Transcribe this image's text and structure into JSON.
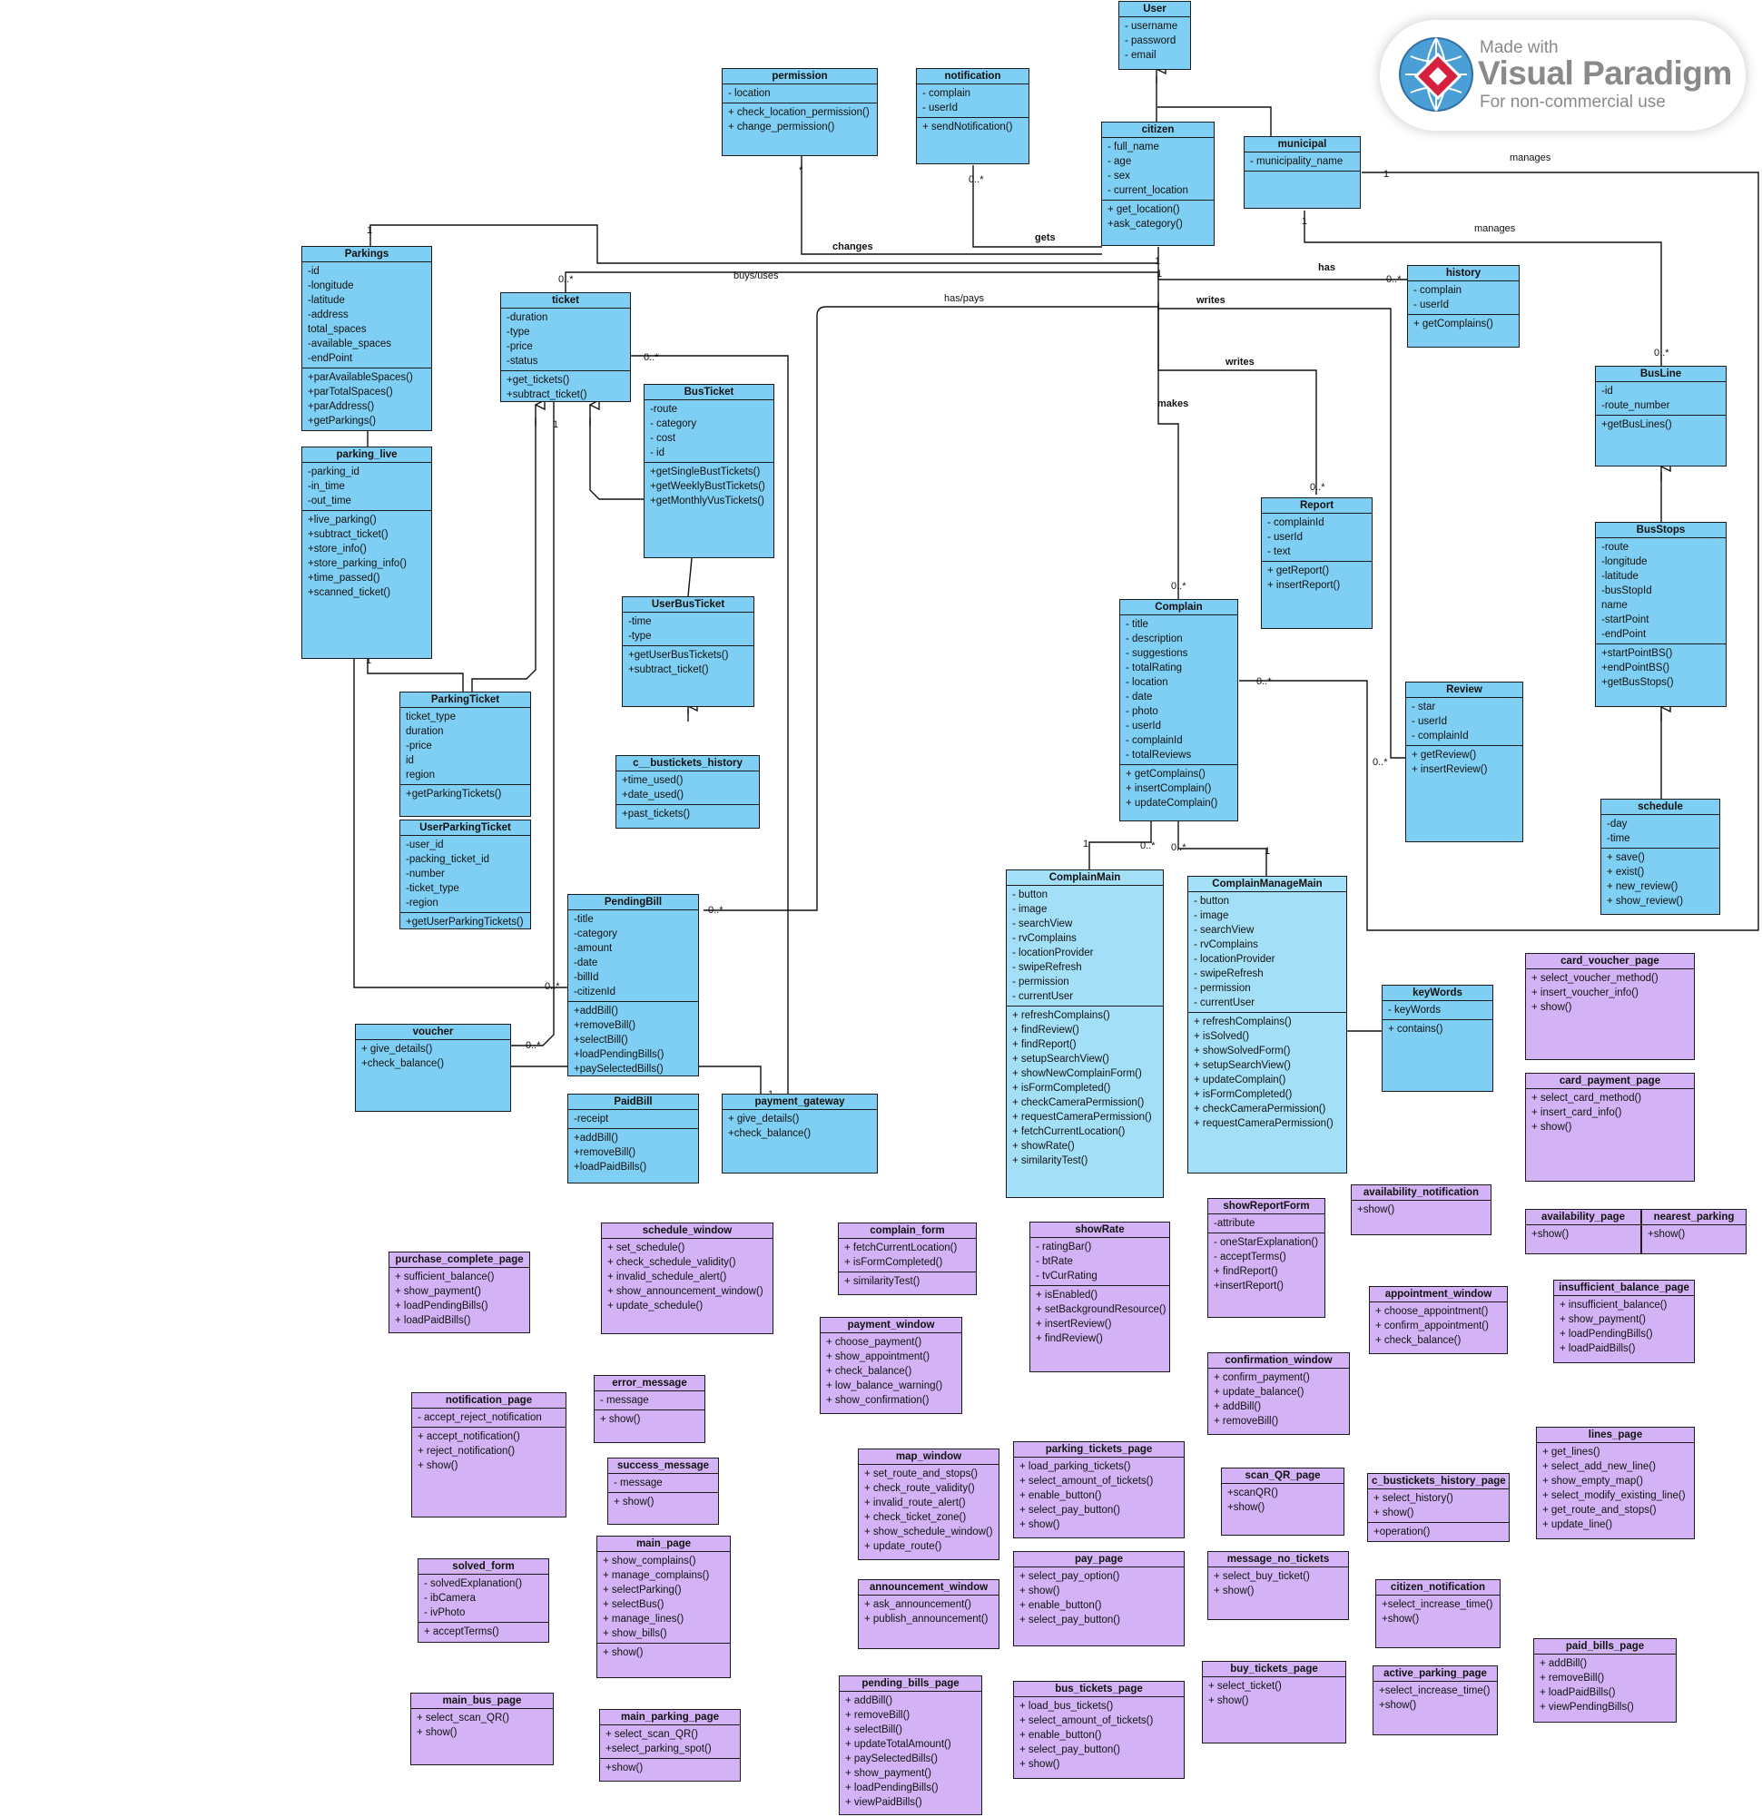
{
  "watermark": {
    "line1": "Made with",
    "line2": "Visual Paradigm",
    "line3": "For non-commercial use"
  },
  "edge_labels": [
    "changes",
    "gets",
    "buys/uses",
    "has/pays",
    "has",
    "writes",
    "writes",
    "makes",
    "manages",
    "manages",
    "1",
    "1",
    "1",
    "1",
    "1",
    "1",
    "1",
    "1",
    "1",
    "1",
    "0..*",
    "0..*",
    "0..*",
    "0..*",
    "0..*",
    "0..*",
    "0..*",
    "0..*",
    "0..*",
    "0..*",
    "0..*",
    "0..*",
    "0..*",
    "0..*",
    "*"
  ],
  "classes": [
    {
      "id": "User",
      "name": "User",
      "color": "blue",
      "sections": [
        [
          "- username",
          "- password",
          "- email"
        ]
      ]
    },
    {
      "id": "permission",
      "name": "permission",
      "color": "blue",
      "sections": [
        [
          "- location"
        ],
        [
          "+ check_location_permission()",
          "+ change_permission()"
        ]
      ]
    },
    {
      "id": "notification",
      "name": "notification",
      "color": "blue",
      "sections": [
        [
          "- complain",
          "- userId"
        ],
        [
          "+ sendNotification()"
        ]
      ]
    },
    {
      "id": "citizen",
      "name": "citizen",
      "color": "blue",
      "sections": [
        [
          "- full_name",
          "- age",
          "- sex",
          "- current_location"
        ],
        [
          "+ get_location()",
          "+ask_category()"
        ]
      ]
    },
    {
      "id": "municipal",
      "name": "municipal",
      "color": "blue",
      "sections": [
        [
          "- municipality_name"
        ],
        []
      ]
    },
    {
      "id": "history",
      "name": "history",
      "color": "blue",
      "sections": [
        [
          "- complain",
          "- userId"
        ],
        [
          "+ getComplains()"
        ]
      ]
    },
    {
      "id": "Parkings",
      "name": "Parkings",
      "color": "blue",
      "sections": [
        [
          "-id",
          "-longitude",
          "-latitude",
          "-address",
          "total_spaces",
          "-available_spaces",
          "-endPoint"
        ],
        [
          "+parAvailableSpaces()",
          "+parTotalSpaces()",
          "+parAddress()",
          "+getParkings()"
        ]
      ]
    },
    {
      "id": "ticket",
      "name": "ticket",
      "color": "blue",
      "sections": [
        [
          "-duration",
          "-type",
          "-price",
          "-status"
        ],
        [
          "+get_tickets()",
          "+subtract_ticket()"
        ]
      ]
    },
    {
      "id": "BusTicket",
      "name": "BusTicket",
      "color": "blue",
      "sections": [
        [
          "-route",
          "- category",
          "- cost",
          "- id"
        ],
        [
          "+getSingleBustTickets()",
          "+getWeeklyBustTickets()",
          "+getMonthlyVusTickets()"
        ]
      ]
    },
    {
      "id": "parking_live",
      "name": "parking_live",
      "color": "blue",
      "sections": [
        [
          "-parking_id",
          "-in_time",
          "-out_time"
        ],
        [
          "+live_parking()",
          "+subtract_ticket()",
          "+store_info()",
          "+store_parking_info()",
          "+time_passed()",
          "+scanned_ticket()"
        ]
      ]
    },
    {
      "id": "BusLine",
      "name": "BusLine",
      "color": "blue",
      "sections": [
        [
          "-id",
          "-route_number"
        ],
        [
          "+getBusLines()"
        ]
      ]
    },
    {
      "id": "Report",
      "name": "Report",
      "color": "blue",
      "sections": [
        [
          "- complainId",
          "- userId",
          "- text"
        ],
        [
          "+ getReport()",
          "+ insertReport()"
        ]
      ]
    },
    {
      "id": "UserBusTicket",
      "name": "UserBusTicket",
      "color": "blue",
      "sections": [
        [
          "-time",
          "-type"
        ],
        [
          "+getUserBusTickets()",
          "+subtract_ticket()"
        ]
      ]
    },
    {
      "id": "BusStops",
      "name": "BusStops",
      "color": "blue",
      "sections": [
        [
          "-route",
          "-longitude",
          "-latitude",
          "-busStopId",
          "name",
          "-startPoint",
          "-endPoint"
        ],
        [
          "+startPointBS()",
          "+endPointBS()",
          "+getBusStops()"
        ]
      ]
    },
    {
      "id": "Complain",
      "name": "Complain",
      "color": "blue",
      "sections": [
        [
          "- title",
          "- description",
          "- suggestions",
          "- totalRating",
          "- location",
          "- date",
          "- photo",
          "- userId",
          "- complainId",
          "- totalReviews"
        ],
        [
          "+ getComplains()",
          "+ insertComplain()",
          "+ updateComplain()"
        ]
      ]
    },
    {
      "id": "Review",
      "name": "Review",
      "color": "blue",
      "sections": [
        [
          "- star",
          "- userId",
          "- complainId"
        ],
        [
          "+ getReview()",
          "+ insertReview()"
        ]
      ]
    },
    {
      "id": "ParkingTicket",
      "name": "ParkingTicket",
      "color": "blue",
      "sections": [
        [
          "ticket_type",
          "duration",
          "-price",
          "id",
          "region"
        ],
        [
          "+getParkingTickets()"
        ]
      ]
    },
    {
      "id": "c__bustickets_history",
      "name": "c__bustickets_history",
      "color": "blue",
      "sections": [
        [
          "+time_used()",
          "+date_used()"
        ],
        [
          "+past_tickets()"
        ]
      ]
    },
    {
      "id": "schedule",
      "name": "schedule",
      "color": "blue",
      "sections": [
        [
          "-day",
          "-time"
        ],
        [
          "+ save()",
          "+ exist()",
          "+ new_review()",
          "+ show_review()"
        ]
      ]
    },
    {
      "id": "UserParkingTicket",
      "name": "UserParkingTicket",
      "color": "blue",
      "sections": [
        [
          "-user_id",
          "-packing_ticket_id",
          "-number",
          "-ticket_type",
          "-region"
        ],
        [
          "+getUserParkingTickets()"
        ]
      ]
    },
    {
      "id": "ComplainMain",
      "name": "ComplainMain",
      "color": "lightblue",
      "sections": [
        [
          "- button",
          "- image",
          "- searchView",
          "- rvComplains",
          "- locationProvider",
          "- swipeRefresh",
          "- permission",
          "- currentUser"
        ],
        [
          "+ refreshComplains()",
          "+ findReview()",
          "+ findReport()",
          "+ setupSearchView()",
          "+ showNewComplainForm()",
          "+ isFormCompleted()",
          "+ checkCameraPermission()",
          "+ requestCameraPermission()",
          "+ fetchCurrentLocation()",
          "+ showRate()",
          "+ similarityTest()"
        ]
      ]
    },
    {
      "id": "ComplainManageMain",
      "name": "ComplainManageMain",
      "color": "lightblue",
      "sections": [
        [
          "- button",
          "- image",
          "- searchView",
          "- rvComplains",
          "- locationProvider",
          "- swipeRefresh",
          "- permission",
          "- currentUser"
        ],
        [
          "+ refreshComplains()",
          "+ isSolved()",
          "+ showSolvedForm()",
          "+ setupSearchView()",
          "+ updateComplain()",
          "+ isFormCompleted()",
          "+ checkCameraPermission()",
          "+ requestCameraPermission()"
        ]
      ]
    },
    {
      "id": "PendingBill",
      "name": "PendingBill",
      "color": "blue",
      "sections": [
        [
          "-title",
          "-category",
          "-amount",
          "-date",
          "-billId",
          "-citizenId"
        ],
        [
          "+addBill()",
          "+removeBill()",
          "+selectBill()",
          "+loadPendingBills()",
          "+paySelectedBills()"
        ]
      ]
    },
    {
      "id": "keyWords",
      "name": "keyWords",
      "color": "blue",
      "sections": [
        [
          "- keyWords"
        ],
        [
          "+ contains()"
        ]
      ]
    },
    {
      "id": "voucher",
      "name": "voucher",
      "color": "blue",
      "sections": [
        [
          "+ give_details()",
          "+check_balance()"
        ]
      ]
    },
    {
      "id": "PaidBill",
      "name": "PaidBill",
      "color": "blue",
      "sections": [
        [
          "-receipt"
        ],
        [
          "+addBill()",
          "+removeBill()",
          "+loadPaidBills()"
        ]
      ]
    },
    {
      "id": "payment_gateway",
      "name": "payment_gateway",
      "color": "blue",
      "sections": [
        [
          "+ give_details()",
          "+check_balance()"
        ]
      ]
    },
    {
      "id": "card_voucher_page",
      "name": "card_voucher_page",
      "color": "purple",
      "sections": [
        [
          "+ select_voucher_method()",
          "+ insert_voucher_info()",
          "+ show()"
        ]
      ]
    },
    {
      "id": "card_payment_page",
      "name": "card_payment_page",
      "color": "purple",
      "sections": [
        [
          "+ select_card_method()",
          "+ insert_card_info()",
          "+ show()"
        ]
      ]
    },
    {
      "id": "availability_notification",
      "name": "availability_notification",
      "color": "purple",
      "sections": [
        [
          "+show()"
        ]
      ]
    },
    {
      "id": "availability_page",
      "name": "availability_page",
      "color": "purple",
      "sections": [
        [
          "+show()"
        ]
      ]
    },
    {
      "id": "nearest_parking",
      "name": "nearest_parking",
      "color": "purple",
      "sections": [
        [
          "+show()"
        ]
      ]
    },
    {
      "id": "showReportForm",
      "name": "showReportForm",
      "color": "purple",
      "sections": [
        [
          "-attribute"
        ],
        [
          "- oneStarExplanation()",
          "- acceptTerms()",
          "+ findReport()",
          "+insertReport()"
        ]
      ]
    },
    {
      "id": "showRate",
      "name": "showRate",
      "color": "purple",
      "sections": [
        [
          "- ratingBar()",
          "- btRate",
          "- tvCurRating"
        ],
        [
          "+ isEnabled()",
          "+ setBackgroundResource()",
          "+ insertReview()",
          "+ findReview()"
        ]
      ]
    },
    {
      "id": "complain_form",
      "name": "complain_form",
      "color": "purple",
      "sections": [
        [
          "+ fetchCurrentLocation()",
          "+ isFormCompleted()"
        ],
        [
          "+ similarityTest()"
        ]
      ]
    },
    {
      "id": "schedule_window",
      "name": "schedule_window",
      "color": "purple",
      "sections": [
        [
          "+ set_schedule()",
          "+ check_schedule_validity()",
          "+ invalid_schedule_alert()",
          "+ show_announcement_window()",
          "+ update_schedule()"
        ]
      ]
    },
    {
      "id": "purchase_complete_page",
      "name": "purchase_complete_page",
      "color": "purple",
      "sections": [
        [
          "+ sufficient_balance()",
          "+ show_payment()",
          "+ loadPendingBills()",
          "+ loadPaidBills()"
        ]
      ]
    },
    {
      "id": "appointment_window",
      "name": "appointment_window",
      "color": "purple",
      "sections": [
        [
          "+ choose_appointment()",
          "+ confirm_appointment()",
          "+ check_balance()"
        ]
      ]
    },
    {
      "id": "insufficient_balance_page",
      "name": "insufficient_balance_page",
      "color": "purple",
      "sections": [
        [
          "+ insufficient_balance()",
          "+ show_payment()",
          "+ loadPendingBills()",
          "+ loadPaidBills()"
        ]
      ]
    },
    {
      "id": "payment_window",
      "name": "payment_window",
      "color": "purple",
      "sections": [
        [
          "+ choose_payment()",
          "+ show_appointment()",
          "+ check_balance()",
          "+ low_balance_warning()",
          "+ show_confirmation()"
        ]
      ]
    },
    {
      "id": "confirmation_window",
      "name": "confirmation_window",
      "color": "purple",
      "sections": [
        [
          "+ confirm_payment()",
          "+ update_balance()",
          "+ addBill()",
          "+ removeBill()"
        ]
      ]
    },
    {
      "id": "notification_page",
      "name": "notification_page",
      "color": "purple",
      "sections": [
        [
          "- accept_reject_notification"
        ],
        [
          "+ accept_notification()",
          "+ reject_notification()",
          "+ show()"
        ]
      ]
    },
    {
      "id": "error_message",
      "name": "error_message",
      "color": "purple",
      "sections": [
        [
          "- message"
        ],
        [
          "+ show()"
        ]
      ]
    },
    {
      "id": "success_message",
      "name": "success_message",
      "color": "purple",
      "sections": [
        [
          "- message"
        ],
        [
          "+ show()"
        ]
      ]
    },
    {
      "id": "map_window",
      "name": "map_window",
      "color": "purple",
      "sections": [
        [
          "+ set_route_and_stops()",
          "+ check_route_validity()",
          "+ invalid_route_alert()",
          "+ check_ticket_zone()",
          "+ show_schedule_window()",
          "+ update_route()"
        ]
      ]
    },
    {
      "id": "parking_tickets_page",
      "name": "parking_tickets_page",
      "color": "purple",
      "sections": [
        [
          "+ load_parking_tickets()",
          "+ select_amount_of_tickets()",
          "+ enable_button()",
          "+ select_pay_button()",
          "+ show()"
        ]
      ]
    },
    {
      "id": "scan_QR_page",
      "name": "scan_QR_page",
      "color": "purple",
      "sections": [
        [
          "+scanQR()",
          "+show()"
        ]
      ]
    },
    {
      "id": "c_bustickets_history_page",
      "name": "c_bustickets_history_page",
      "color": "purple",
      "sections": [
        [
          "+ select_history()",
          "+ show()"
        ],
        [
          "+operation()"
        ]
      ]
    },
    {
      "id": "lines_page",
      "name": "lines_page",
      "color": "purple",
      "sections": [
        [
          "+ get_lines()",
          "+ select_add_new_line()",
          "+ show_empty_map()",
          "+ select_modify_existing_line()",
          "+ get_route_and_stops()",
          "+ update_line()"
        ]
      ]
    },
    {
      "id": "main_page",
      "name": "main_page",
      "color": "purple",
      "sections": [
        [
          "+ show_complains()",
          "+ manage_complains()",
          "+ selectParking()",
          "+ selectBus()",
          "+ manage_lines()",
          "+ show_bills()"
        ],
        [
          "+ show()"
        ]
      ]
    },
    {
      "id": "pay_page",
      "name": "pay_page",
      "color": "purple",
      "sections": [
        [
          "+ select_pay_option()",
          "+ show()",
          "+ enable_button()",
          "+ select_pay_button()"
        ]
      ]
    },
    {
      "id": "message_no_tickets",
      "name": "message_no_tickets",
      "color": "purple",
      "sections": [
        [
          "+ select_buy_ticket()",
          "+ show()"
        ]
      ]
    },
    {
      "id": "solved_form",
      "name": "solved_form",
      "color": "purple",
      "sections": [
        [
          "- solvedExplanation()",
          "- ibCamera",
          "- ivPhoto"
        ],
        [
          "+ acceptTerms()"
        ]
      ]
    },
    {
      "id": "announcement_window",
      "name": "announcement_window",
      "color": "purple",
      "sections": [
        [
          "+ ask_announcement()",
          "+ publish_announcement()"
        ]
      ]
    },
    {
      "id": "citizen_notification",
      "name": "citizen_notification",
      "color": "purple",
      "sections": [
        [
          "+select_increase_time()",
          "+show()"
        ]
      ]
    },
    {
      "id": "paid_bills_page",
      "name": "paid_bills_page",
      "color": "purple",
      "sections": [
        [
          "+ addBill()",
          "+ removeBill()",
          "+ loadPaidBills()",
          "+ viewPendingBills()"
        ]
      ]
    },
    {
      "id": "buy_tickets_page",
      "name": "buy_tickets_page",
      "color": "purple",
      "sections": [
        [
          "+ select_ticket()",
          "+ show()"
        ]
      ]
    },
    {
      "id": "active_parking_page",
      "name": "active_parking_page",
      "color": "purple",
      "sections": [
        [
          "+select_increase_time()",
          "+show()"
        ]
      ]
    },
    {
      "id": "main_bus_page",
      "name": "main_bus_page",
      "color": "purple",
      "sections": [
        [
          "+ select_scan_QR()",
          "+ show()"
        ]
      ]
    },
    {
      "id": "main_parking_page",
      "name": "main_parking_page",
      "color": "purple",
      "sections": [
        [
          "+ select_scan_QR()",
          "+select_parking_spot()"
        ],
        [
          "+show()"
        ]
      ]
    },
    {
      "id": "pending_bills_page",
      "name": "pending_bills_page",
      "color": "purple",
      "sections": [
        [
          "+ addBill()",
          "+ removeBill()",
          "+ selectBill()",
          "+ updateTotalAmount()",
          "+ paySelectedBills()",
          "+ show_payment()",
          "+ loadPendingBills()",
          "+ viewPaidBills()"
        ]
      ]
    },
    {
      "id": "bus_tickets_page",
      "name": "bus_tickets_page",
      "color": "purple",
      "sections": [
        [
          "+ load_bus_tickets()",
          "+ select_amount_of_tickets()",
          "+ enable_button()",
          "+ select_pay_button()",
          "+ show()"
        ]
      ]
    }
  ],
  "colors": {
    "blue": "#7ecff3",
    "light_blue": "#a3e0f7",
    "purple": "#d3b3f5",
    "border": "#1a1a1a"
  }
}
